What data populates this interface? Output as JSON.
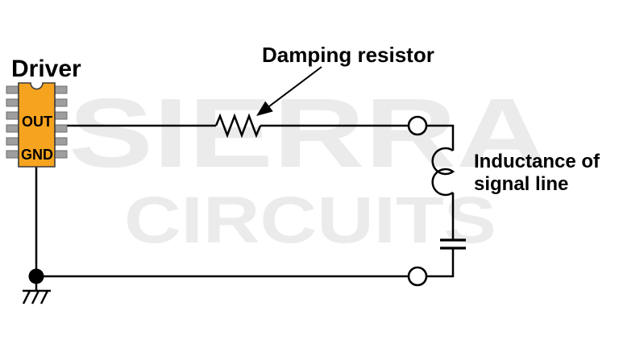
{
  "diagram": {
    "driver_label": "Driver",
    "chip": {
      "out_label": "OUT",
      "gnd_label": "GND"
    },
    "damping_resistor_label": "Damping resistor",
    "inductance_label_line1": "Inductance of",
    "inductance_label_line2": "signal line",
    "watermark": {
      "line1": "SIERRA",
      "line2": "CIRCUITS"
    },
    "colors": {
      "background": "#FFFFFF",
      "chip_body": "#F6A41F",
      "chip_outline": "#3A3A3A",
      "pin_fill": "#9E9E9E",
      "pin_outline": "#6E6E6E",
      "wire": "#000000",
      "label_text": "#000000",
      "watermark": "#EBEBEB"
    }
  }
}
